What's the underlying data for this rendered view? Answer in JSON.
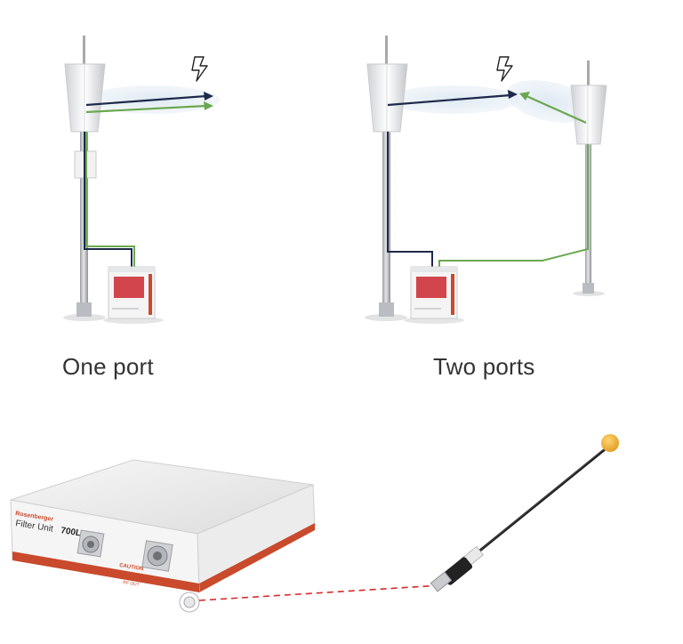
{
  "captions": {
    "one_port": "One port",
    "two_ports": "Two ports"
  },
  "device": {
    "brand": "Rosenberger",
    "model_prefix": "Filter Unit",
    "model": "700LU-P2",
    "caution": "CAUTION",
    "port_label": "RF OUT"
  },
  "icons": {
    "interference": "lightning-bolt-icon"
  },
  "colors": {
    "tx_path": "#1e2a4a",
    "rx_path": "#6aa84f",
    "beam": "#d6e3ef",
    "probe_cable": "#d62a2a",
    "probe_tip": "#f2b233",
    "device_stripe": "#c94a2c"
  }
}
